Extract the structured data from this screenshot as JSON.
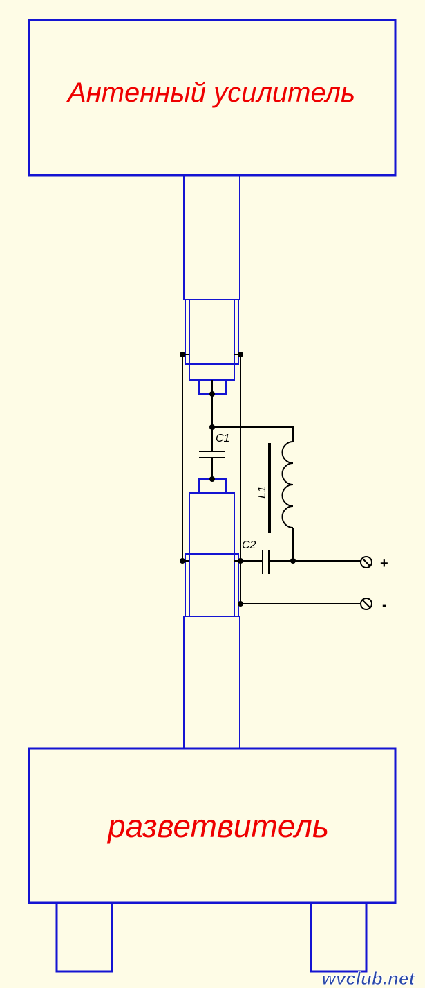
{
  "blocks": {
    "amplifier": "Антенный усилитель",
    "splitter": "разветвитель"
  },
  "components": {
    "c1": "C1",
    "c2": "C2",
    "l1": "L1"
  },
  "terminals": {
    "plus": "+",
    "minus": "-"
  },
  "watermark": "wvclub.net",
  "colors": {
    "outline": "#1414d2",
    "label": "#ee0000",
    "wire": "#000000",
    "background": "#fefce6"
  }
}
